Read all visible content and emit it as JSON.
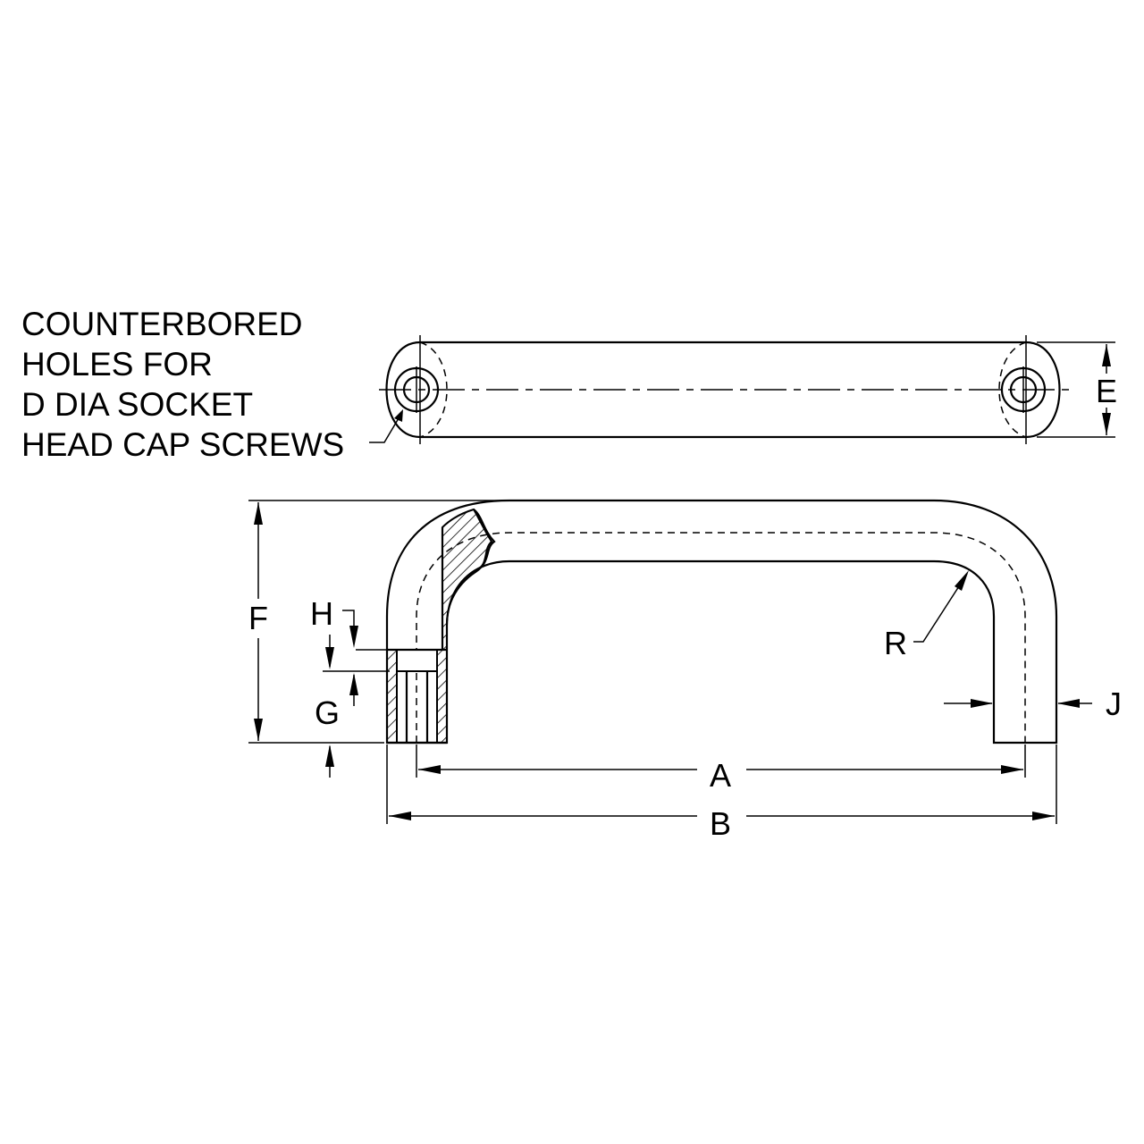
{
  "note": {
    "lines": [
      "COUNTERBORED",
      "HOLES FOR",
      "D DIA SOCKET",
      "HEAD CAP SCREWS"
    ]
  },
  "labels": {
    "A": "A",
    "B": "B",
    "E": "E",
    "F": "F",
    "G": "G",
    "H": "H",
    "J": "J",
    "R": "R"
  }
}
